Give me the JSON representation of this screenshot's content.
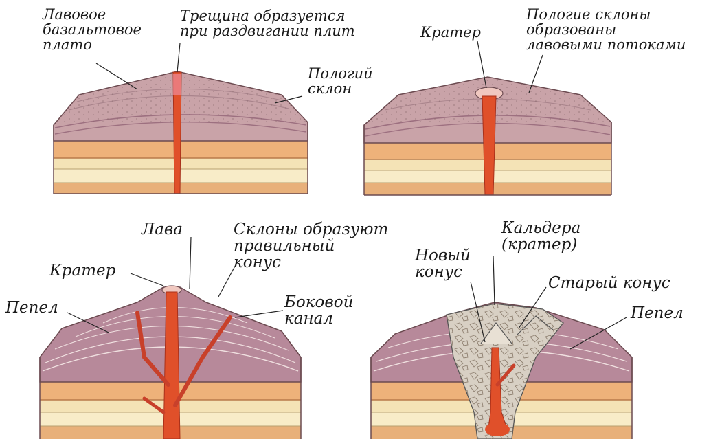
{
  "panels": [
    {
      "id": "basalt-plateau",
      "labels": {
        "lava_plateau": "Лавовое\nбазальтовое\nплато",
        "crack": "Трещина образуется\nпри раздвигании плит",
        "gentle_slope": "Пологий\nсклон"
      }
    },
    {
      "id": "shield-volcano",
      "labels": {
        "crater": "Кратер",
        "gentle_slopes": "Пологие склоны\nобразованы\nлавовыми потоками"
      }
    },
    {
      "id": "stratovolcano",
      "labels": {
        "lava": "Лава",
        "regular_cone": "Склоны образуют\nправильный\nконус",
        "crater": "Кратер",
        "ash": "Пепел",
        "side_channel": "Боковой\nканал"
      }
    },
    {
      "id": "caldera",
      "labels": {
        "caldera": "Кальдера\n(кратер)",
        "new_cone": "Новый\nконус",
        "old_cone": "Старый конус",
        "ash": "Пепел"
      }
    }
  ],
  "colors": {
    "magma": "#e0502a",
    "magma_dark": "#b8361c",
    "layer_purple": "#c9a3a8",
    "layer_mauve": "#b7899a",
    "layer_orange": "#eeb27a",
    "layer_cream": "#f4e3b6",
    "layer_pale": "#f8ecc8",
    "ash_grey": "#c8c0b8"
  }
}
